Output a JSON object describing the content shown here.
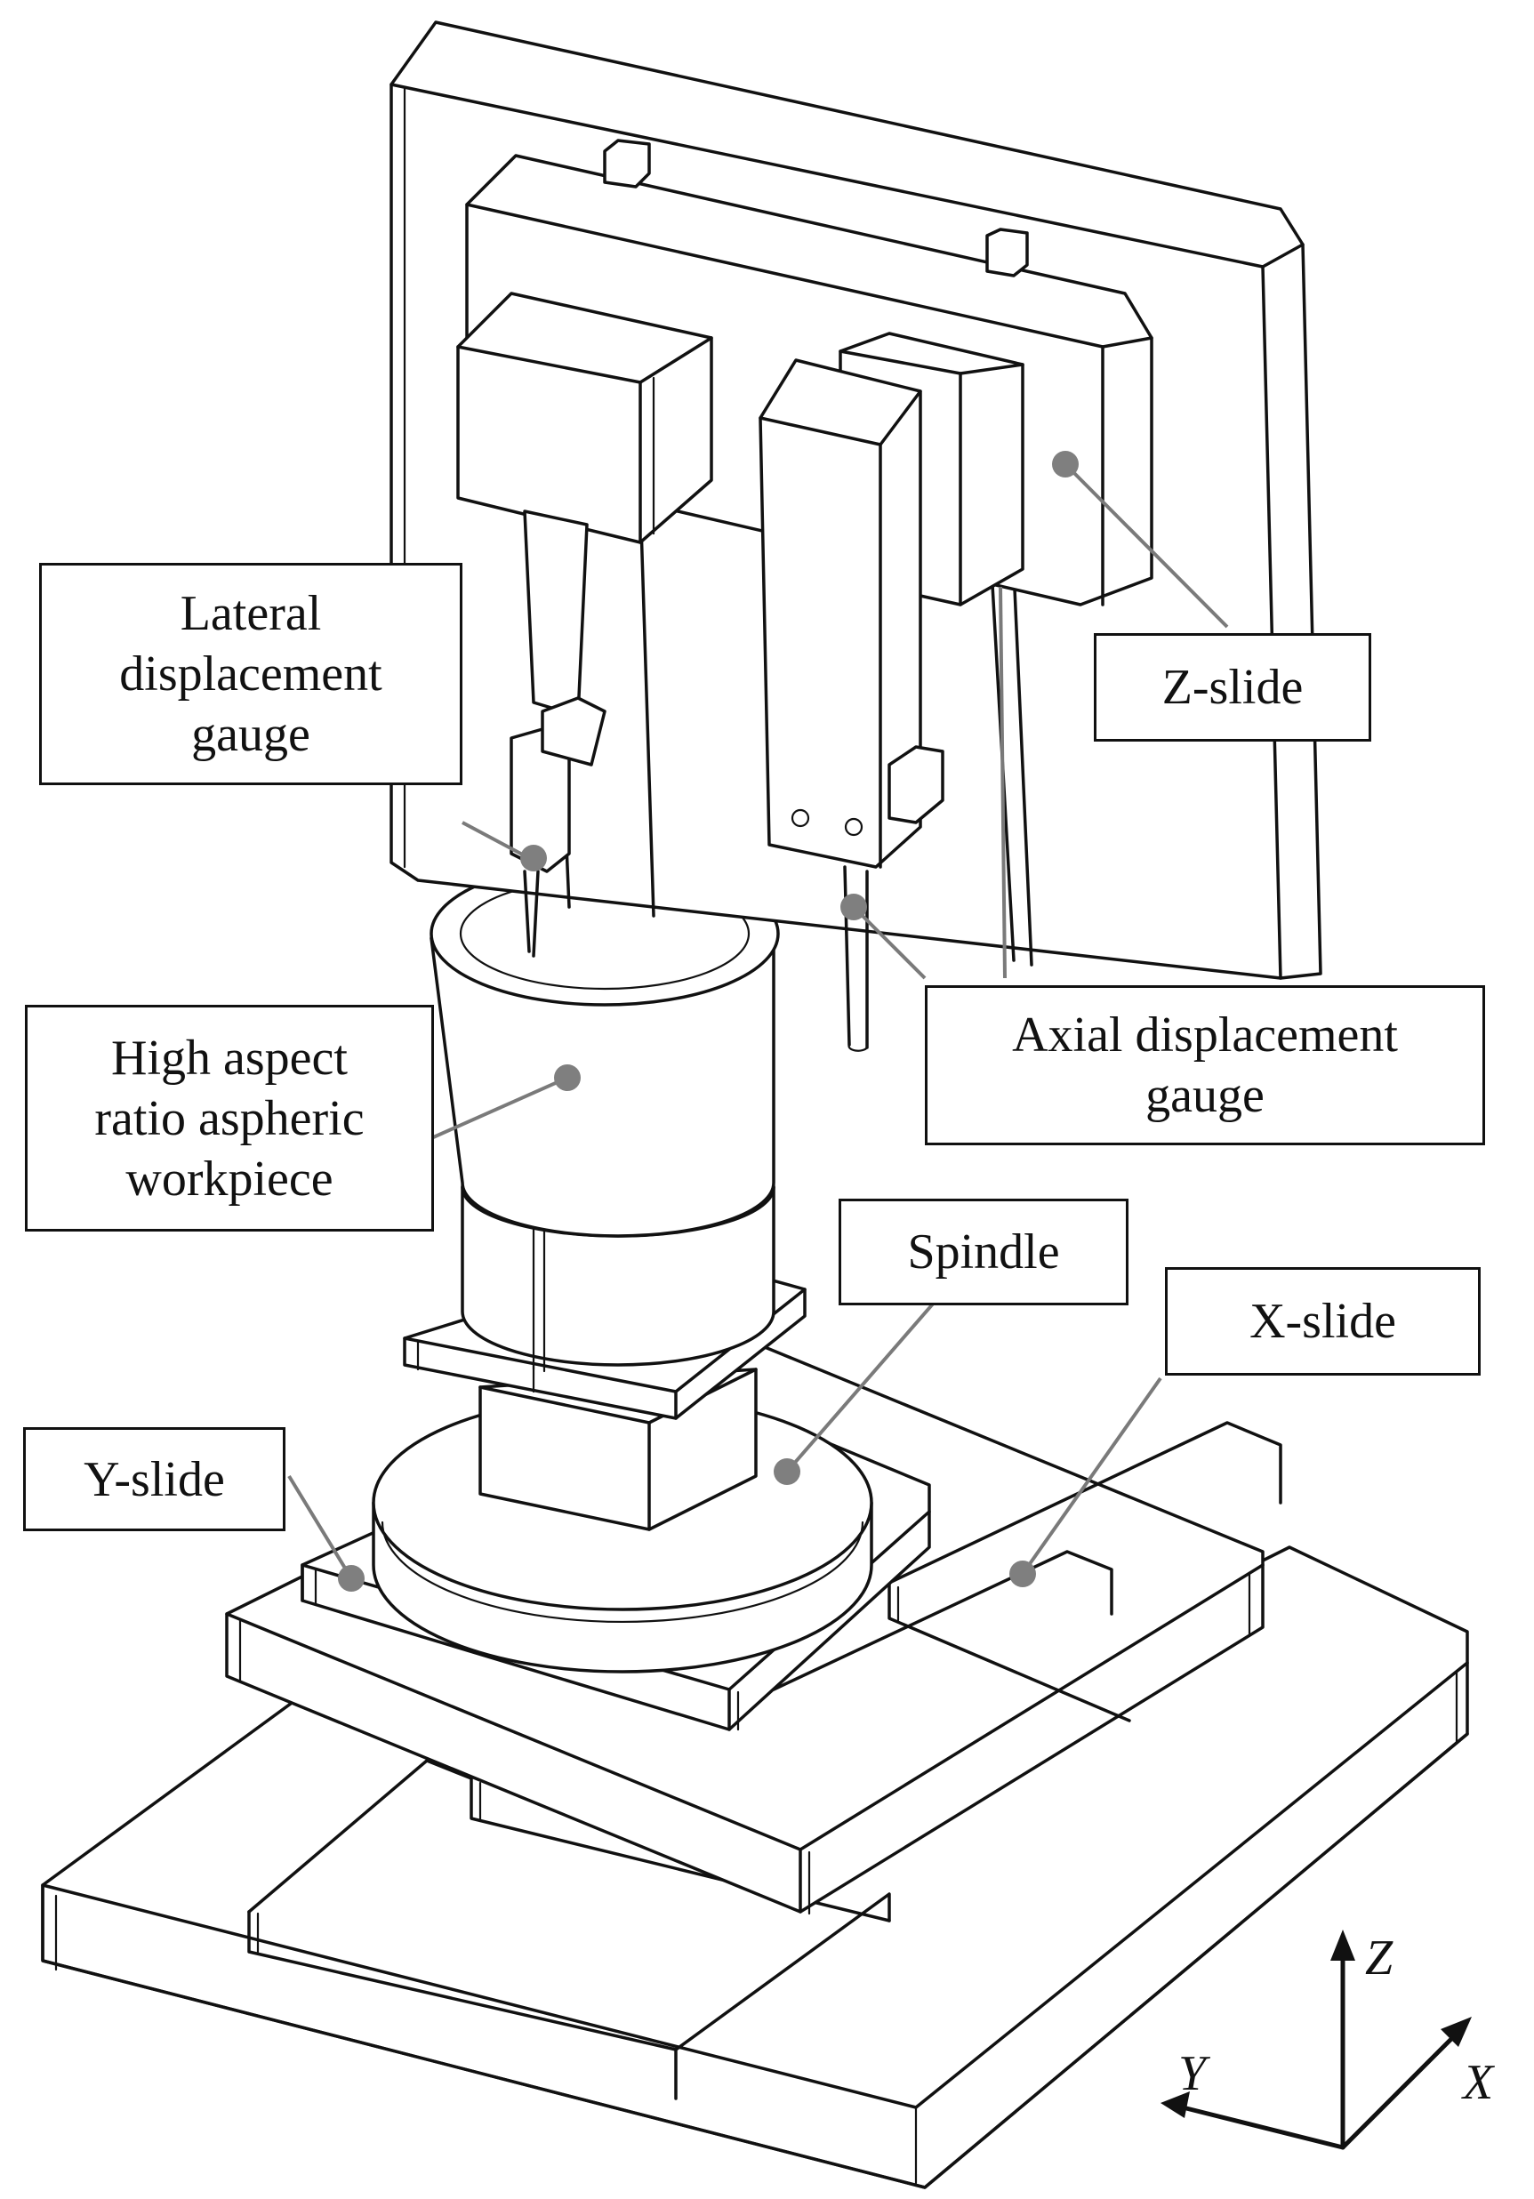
{
  "labels": {
    "lateral_gauge": "Lateral\ndisplacement\ngauge",
    "z_slide": "Z-slide",
    "axial_gauge": "Axial displacement\ngauge",
    "workpiece": "High aspect\nratio aspheric\nworkpiece",
    "spindle": "Spindle",
    "x_slide": "X-slide",
    "y_slide": "Y-slide"
  },
  "axes": {
    "z": "Z",
    "x": "X",
    "y": "Y"
  },
  "colors": {
    "line": "#111111",
    "leader": "#7a7a7a",
    "dot": "#7f7f7f",
    "background": "#ffffff"
  }
}
